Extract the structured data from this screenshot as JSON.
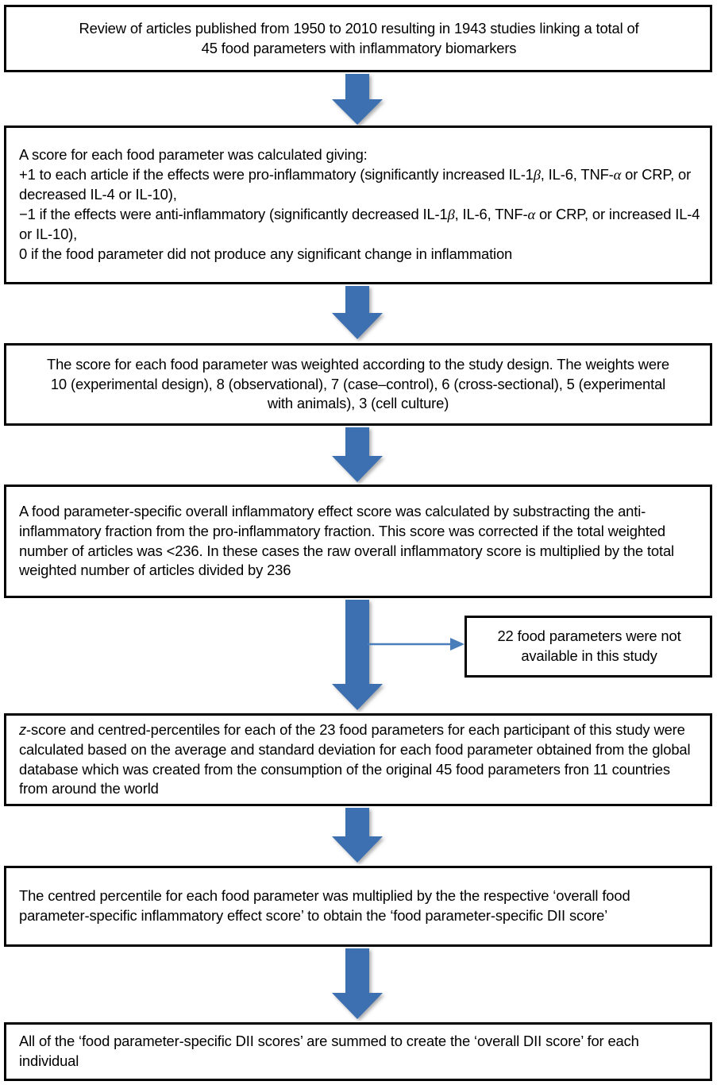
{
  "diagram": {
    "type": "flowchart",
    "orientation": "top-to-bottom",
    "accent_color": "#3C6FB1",
    "border_color": "#000000",
    "background_color": "#FFFFFF",
    "node_count": 8,
    "arrow_count": 7
  },
  "nodes": {
    "review": {
      "name": "review-of-articles",
      "line1": "Review of articles published from 1950 to 2010 resulting in 1943 studies linking a total of",
      "line2": "45 food parameters with inflammatory biomarkers"
    },
    "scoring": {
      "name": "scoring-rules",
      "line1": "A score for each food parameter was calculated giving:",
      "line2_a": "+1 to each article if the effects were pro-inflammatory (significantly increased IL-1",
      "line2_beta": "β",
      "line2_b": ", IL-6, TNF-",
      "line2_alpha": "α",
      "line2_c": " or CRP, or decreased IL-4 or IL-10),",
      "line3_a": "−1 if the effects were anti-inflammatory (significantly decreased IL-1",
      "line3_beta": "β",
      "line3_b": ", IL-6, TNF-",
      "line3_alpha": "α",
      "line3_c": " or CRP, or increased IL-4 or IL-10),",
      "line4": "0 if the food parameter did not produce any significant change in inflammation"
    },
    "weighting": {
      "name": "study-design-weighting",
      "text": "The score for each food parameter was weighted according to the study design. The weights were 10 (experimental design), 8 (observational), 7 (case–control), 6 (cross-sectional), 5 (experimental with animals), 3 (cell culture)"
    },
    "overall_effect": {
      "name": "overall-inflammatory-effect-score",
      "text": "A food parameter-specific overall inflammatory effect score was calculated by substracting the anti-inflammatory fraction from the pro-inflammatory fraction. This score was corrected if the total weighted number of articles was <236. In these cases the raw overall inflammatory score is multiplied by the total weighted number of articles divided by 236"
    },
    "unavailable": {
      "name": "unavailable-parameters",
      "line1": "22 food parameters were not",
      "line2": "available in this study"
    },
    "zscore": {
      "name": "z-score-and-centred-percentiles",
      "prefix_italic": "z",
      "text": "-score and centred-percentiles for each of the 23 food parameters for each participant of this study were calculated based on the average and standard deviation for each food parameter obtained from the global database which was created from the consumption of the original 45 food parameters fron 11 countries from around the world"
    },
    "multiply": {
      "name": "centred-percentile-multiplication",
      "text": "The centred percentile for each food parameter was multiplied by the the respective ‘overall food parameter-specific inflammatory effect score’ to obtain the ‘food parameter-specific DII score’"
    },
    "sum": {
      "name": "overall-dii-score",
      "text": "All of the ‘food parameter-specific DII scores’ are summed to create the ‘overall DII score’ for each individual"
    }
  },
  "arrows": {
    "a1": {
      "name": "arrow-review-to-scoring",
      "direction": "down"
    },
    "a2": {
      "name": "arrow-scoring-to-weighting",
      "direction": "down"
    },
    "a3": {
      "name": "arrow-weighting-to-overall-effect",
      "direction": "down"
    },
    "a4": {
      "name": "arrow-overall-effect-to-zscore",
      "direction": "down"
    },
    "a5": {
      "name": "arrow-to-unavailable-parameters",
      "direction": "right"
    },
    "a6": {
      "name": "arrow-zscore-to-multiply",
      "direction": "down"
    },
    "a7": {
      "name": "arrow-multiply-to-sum",
      "direction": "down"
    }
  }
}
